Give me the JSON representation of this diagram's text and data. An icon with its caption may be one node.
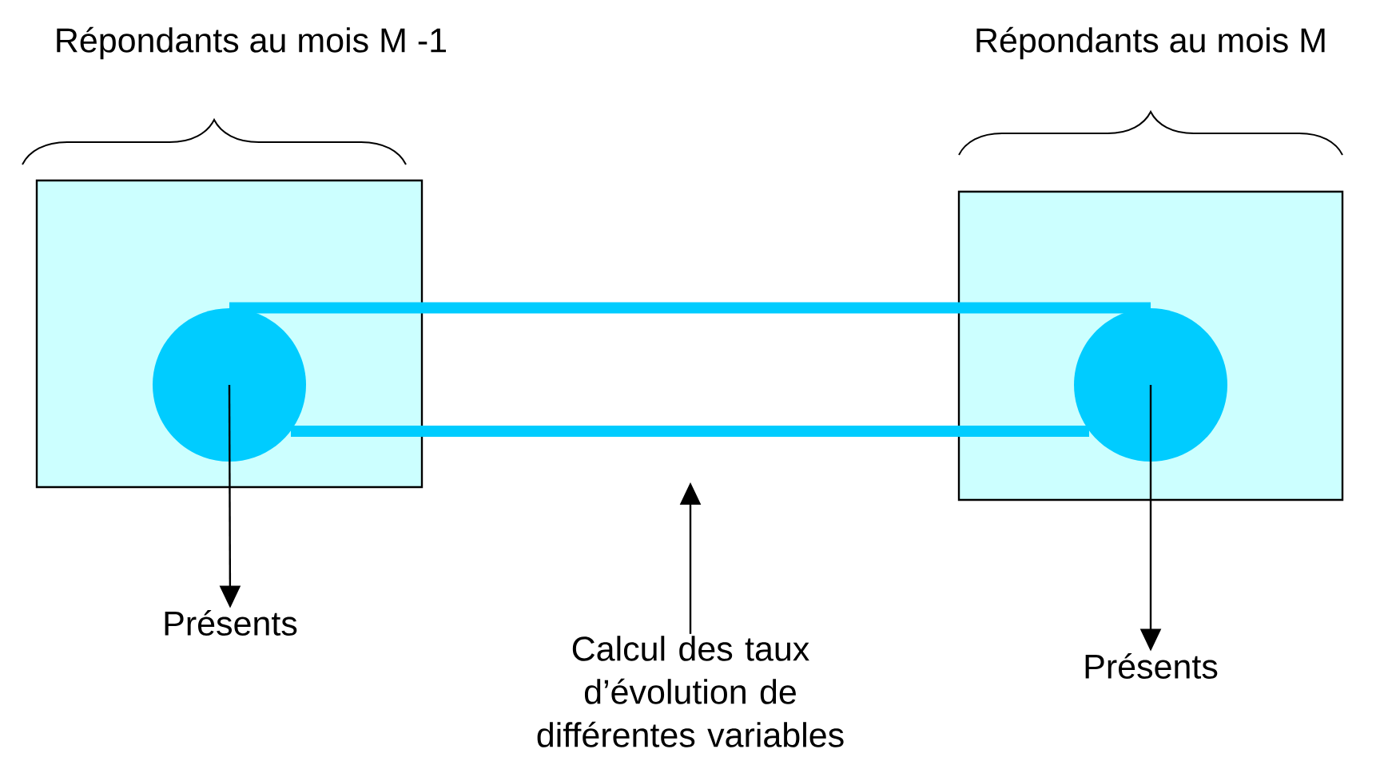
{
  "diagram": {
    "nodes": [
      {
        "text": [
          "Répondants au mois M -1"
        ]
      },
      {
        "text": [],
        "shape": "circle",
        "in": 0
      },
      {
        "text": [
          "Répondants au mois M"
        ]
      },
      {
        "text": [],
        "shape": "circle",
        "in": 2
      },
      {
        "text": [
          "Présents"
        ]
      },
      {
        "text": [
          "Présents"
        ]
      },
      {
        "text": [
          "Calcul des taux d’évolution de différentes variables"
        ]
      }
    ],
    "edges": [
      {
        "from": 1,
        "to": 3,
        "arrow": "none",
        "style": "thick",
        "color": "#00ccff"
      },
      {
        "from": 1,
        "to": 3,
        "arrow": "none",
        "style": "thick",
        "color": "#00ccff"
      },
      {
        "from": 1,
        "to": 4,
        "arrow": "to"
      },
      {
        "from": 3,
        "to": 5,
        "arrow": "to"
      },
      {
        "from": 6,
        "to": null,
        "arrow": "to"
      }
    ]
  }
}
